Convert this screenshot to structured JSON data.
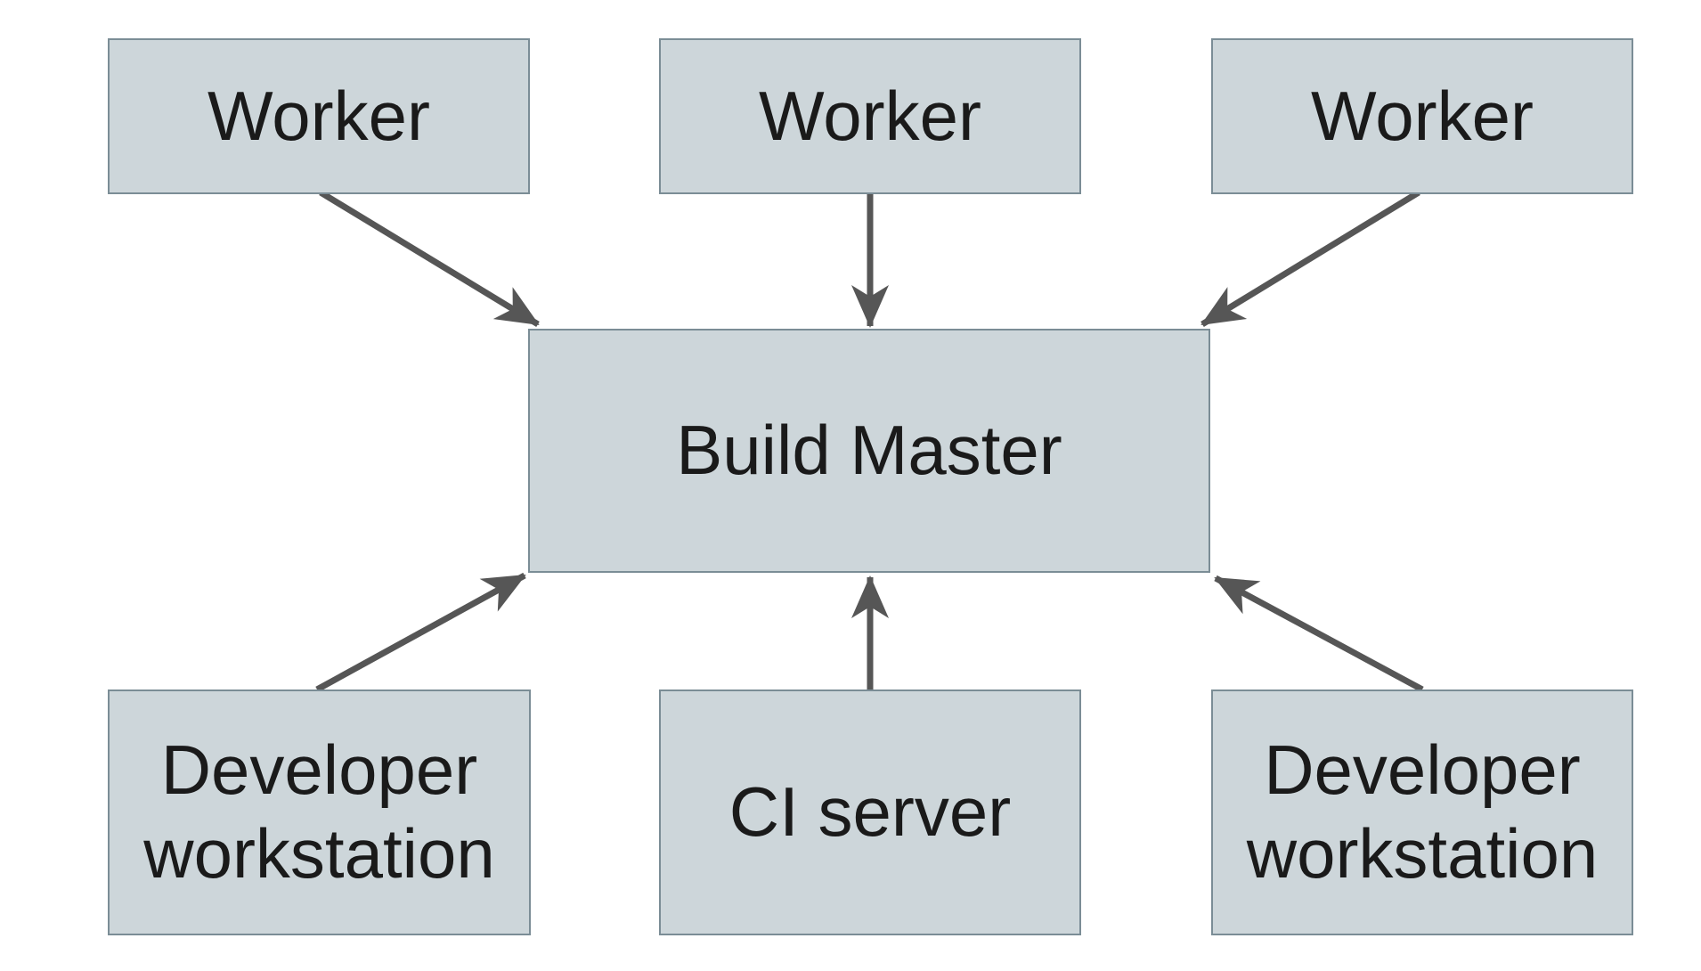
{
  "diagram": {
    "colors": {
      "node_fill": "#cdd6da",
      "node_border": "#7b8d96",
      "arrow": "#565656",
      "text": "#1a1a1a",
      "background": "#ffffff"
    },
    "nodes": {
      "worker_1": {
        "label": "Worker"
      },
      "worker_2": {
        "label": "Worker"
      },
      "worker_3": {
        "label": "Worker"
      },
      "build_master": {
        "label": "Build Master"
      },
      "dev_workstation_left": {
        "label": "Developer workstation"
      },
      "ci_server": {
        "label": "CI server"
      },
      "dev_workstation_right": {
        "label": "Developer workstation"
      }
    },
    "edges": [
      {
        "from": "worker_1",
        "to": "build_master"
      },
      {
        "from": "worker_2",
        "to": "build_master"
      },
      {
        "from": "worker_3",
        "to": "build_master"
      },
      {
        "from": "dev_workstation_left",
        "to": "build_master"
      },
      {
        "from": "ci_server",
        "to": "build_master"
      },
      {
        "from": "dev_workstation_right",
        "to": "build_master"
      }
    ]
  }
}
